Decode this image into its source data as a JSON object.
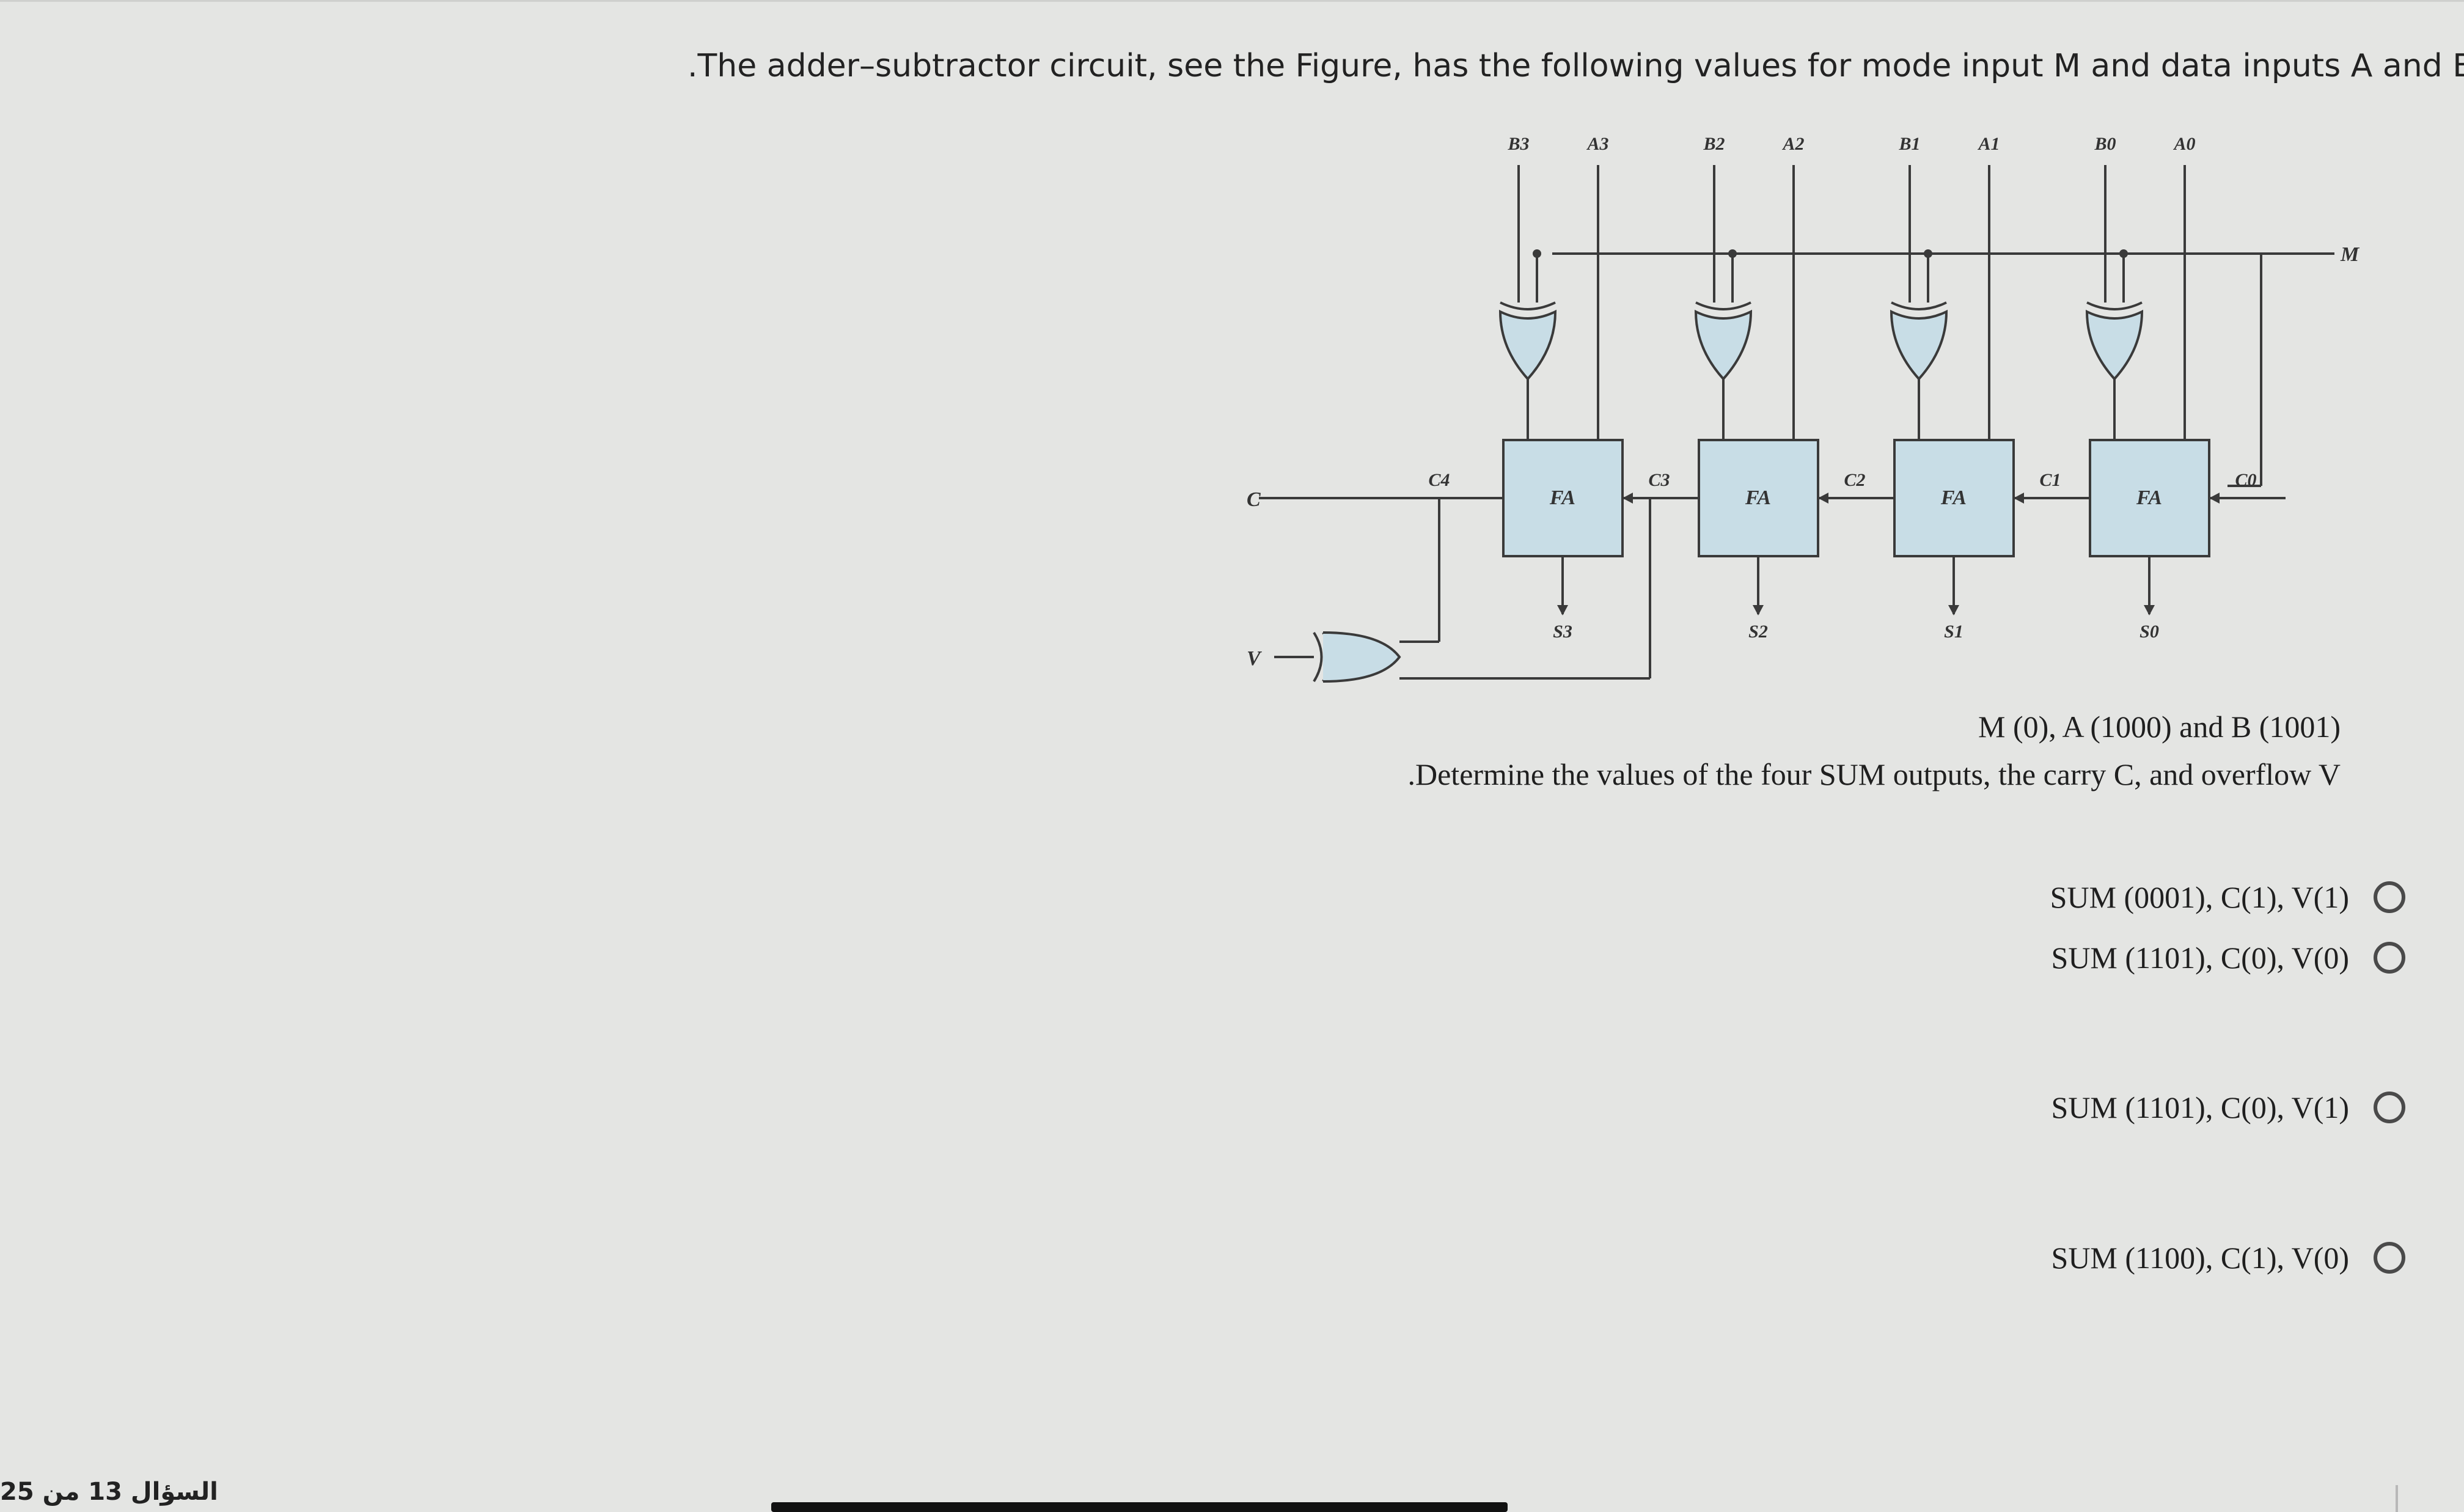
{
  "question": {
    "text": ".The adder–subtractor circuit, see the Figure, has the following values for mode input M and data inputs A and B",
    "given": "M (0), A (1000) and B (1001)",
    "instruction": ".Determine the values of the four SUM outputs, the carry C, and overflow V"
  },
  "figure": {
    "inputs": [
      {
        "b": "B3",
        "a": "A3"
      },
      {
        "b": "B2",
        "a": "A2"
      },
      {
        "b": "B1",
        "a": "A1"
      },
      {
        "b": "B0",
        "a": "A0"
      }
    ],
    "mode_label": "M",
    "block_label": "FA",
    "carries": [
      "C4",
      "C3",
      "C2",
      "C1",
      "C0"
    ],
    "sums": [
      "S3",
      "S2",
      "S1",
      "S0"
    ],
    "carry_out_label": "C",
    "overflow_label": "V"
  },
  "options": [
    {
      "label": "SUM (0001), C(1), V(1)",
      "selected": false
    },
    {
      "label": "SUM (1101), C(0), V(0)",
      "selected": false
    },
    {
      "label": "SUM (1101), C(0), V(1)",
      "selected": false
    },
    {
      "label": "SUM (1100), C(1), V(0)",
      "selected": false
    }
  ],
  "footer": {
    "progress": "السؤال 13 من 25"
  }
}
